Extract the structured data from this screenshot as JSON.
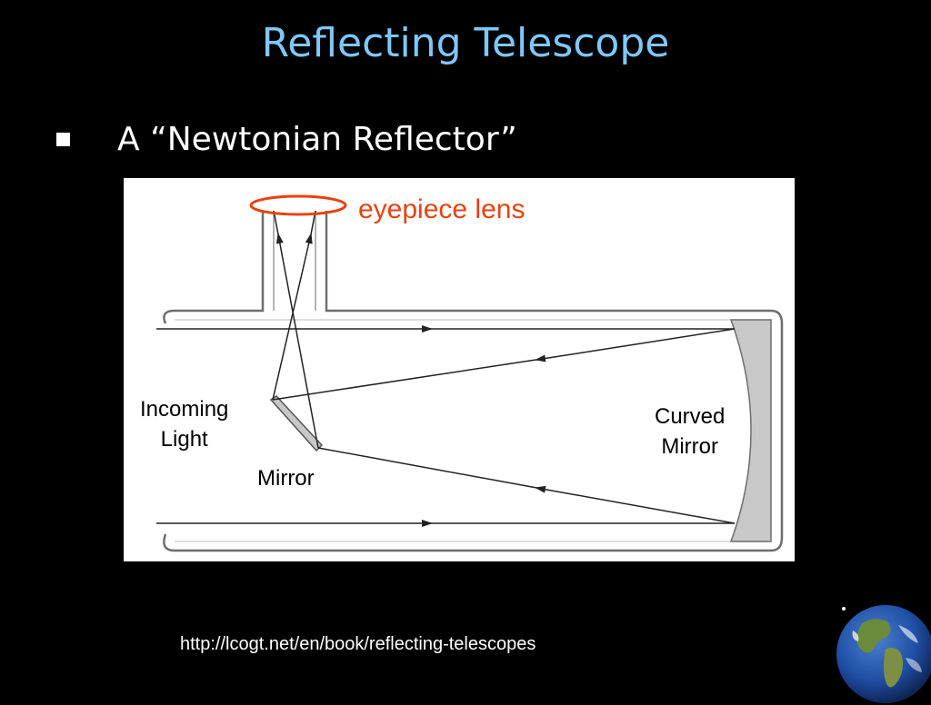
{
  "slide": {
    "title": "Reflecting Telescope",
    "bullet": "A “Newtonian Reflector”",
    "source_url": "http://lcogt.net/en/book/reflecting-telescopes"
  },
  "diagram": {
    "labels": {
      "eyepiece": "eyepiece lens",
      "incoming_light_line1": "Incoming",
      "incoming_light_line2": "Light",
      "mirror": "Mirror",
      "curved_mirror_line1": "Curved",
      "curved_mirror_line2": "Mirror"
    },
    "colors": {
      "eyepiece_highlight": "#e8420f",
      "mirror_fill": "#c8c8c8",
      "title": "#7ec8f8"
    }
  }
}
